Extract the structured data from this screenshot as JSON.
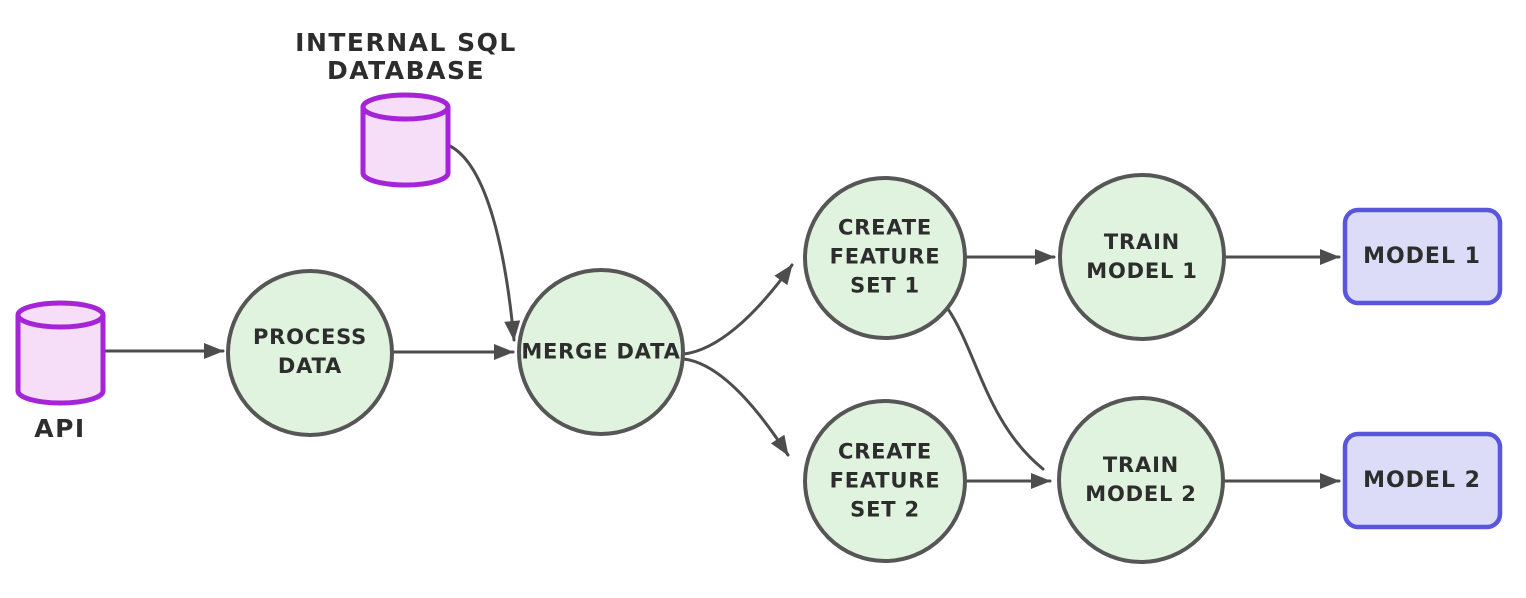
{
  "diagram": {
    "title": "ML data pipeline flowchart",
    "colors": {
      "node_fill": "#dff3df",
      "node_stroke": "#565656",
      "db_fill": "#f6def9",
      "db_stroke": "#a524d8",
      "model_fill": "#dddcf8",
      "model_stroke": "#5a55dd",
      "arrow": "#4d4d4d",
      "text": "#2d2d2d"
    },
    "nodes": {
      "api": {
        "type": "database-cylinder",
        "label": "API"
      },
      "sql_db": {
        "type": "database-cylinder",
        "label_lines": [
          "INTERNAL SQL",
          "DATABASE"
        ]
      },
      "process_data": {
        "type": "process-circle",
        "label_lines": [
          "PROCESS",
          "DATA"
        ]
      },
      "merge_data": {
        "type": "process-circle",
        "label_lines": [
          "MERGE DATA"
        ]
      },
      "create_feature_set_1": {
        "type": "process-circle",
        "label_lines": [
          "CREATE",
          "FEATURE",
          "SET 1"
        ]
      },
      "create_feature_set_2": {
        "type": "process-circle",
        "label_lines": [
          "CREATE",
          "FEATURE",
          "SET 2"
        ]
      },
      "train_model_1": {
        "type": "process-circle",
        "label_lines": [
          "TRAIN",
          "MODEL 1"
        ]
      },
      "train_model_2": {
        "type": "process-circle",
        "label_lines": [
          "TRAIN",
          "MODEL 2"
        ]
      },
      "model_1": {
        "type": "output-box",
        "label": "MODEL 1"
      },
      "model_2": {
        "type": "output-box",
        "label": "MODEL 2"
      }
    },
    "edges": [
      {
        "from": "api",
        "to": "process_data"
      },
      {
        "from": "process_data",
        "to": "merge_data"
      },
      {
        "from": "sql_db",
        "to": "merge_data"
      },
      {
        "from": "merge_data",
        "to": "create_feature_set_1"
      },
      {
        "from": "merge_data",
        "to": "create_feature_set_2"
      },
      {
        "from": "create_feature_set_1",
        "to": "train_model_1"
      },
      {
        "from": "create_feature_set_1",
        "to": "train_model_2"
      },
      {
        "from": "create_feature_set_2",
        "to": "train_model_2"
      },
      {
        "from": "train_model_1",
        "to": "model_1"
      },
      {
        "from": "train_model_2",
        "to": "model_2"
      }
    ]
  }
}
